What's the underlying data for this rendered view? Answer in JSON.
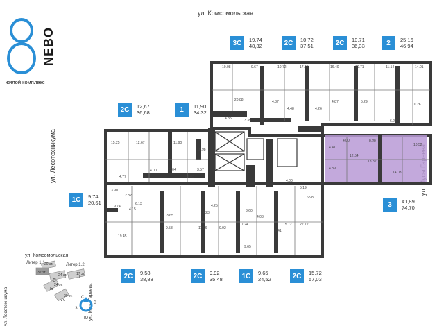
{
  "logo": {
    "brand": "NEBO",
    "subtitle": "жилой комплекс"
  },
  "streets": {
    "top": "ул. Комсомольская",
    "left": "ул. Лесотехникума",
    "right": "ул. Мусы Гареева"
  },
  "apartments": [
    {
      "id": "3C-top",
      "type": "3С",
      "area1": "19,74",
      "area2": "48,32"
    },
    {
      "id": "2C-t1",
      "type": "2С",
      "area1": "10,72",
      "area2": "37,51"
    },
    {
      "id": "2C-t2",
      "type": "2С",
      "area1": "10,71",
      "area2": "36,33"
    },
    {
      "id": "2-top",
      "type": "2",
      "area1": "25,16",
      "area2": "46,94"
    },
    {
      "id": "2C-left",
      "type": "2С",
      "area1": "12,67",
      "area2": "36,68"
    },
    {
      "id": "1-left",
      "type": "1",
      "area1": "11,90",
      "area2": "34,32"
    },
    {
      "id": "1C-left",
      "type": "1С",
      "area1": "9,74",
      "area2": "20,61"
    },
    {
      "id": "3-right",
      "type": "3",
      "area1": "41,89",
      "area2": "74,70"
    },
    {
      "id": "2C-b1",
      "type": "2С",
      "area1": "9,58",
      "area2": "38,88"
    },
    {
      "id": "2C-b2",
      "type": "2С",
      "area1": "9,92",
      "area2": "35,48"
    },
    {
      "id": "1C-b",
      "type": "1С",
      "area1": "9,65",
      "area2": "24,52"
    },
    {
      "id": "2C-b3",
      "type": "2С",
      "area1": "15,72",
      "area2": "57,03"
    }
  ],
  "room_labels": [
    "10.08",
    "9.67",
    "10.72",
    "17.43",
    "16.40",
    "10.71",
    "11.14",
    "14.01",
    "20.88",
    "4.87",
    "4.48",
    "4.26",
    "4.87",
    "5.29",
    "10.26",
    "6.23",
    "3.35",
    "4.35",
    "15.25",
    "12.67",
    "11.90",
    "10.98",
    "4.00",
    "3.04",
    "3.57",
    "4.77",
    "4.83",
    "4.41",
    "4.00",
    "8.98",
    "10.52",
    "12.54",
    "13.32",
    "4.89",
    "14.03",
    "4.00",
    "5.19",
    "6.98",
    "3.90",
    "2.82",
    "9.74",
    "6.13",
    "4.15",
    "19.45",
    "9.58",
    "3.65",
    "17.06",
    "9.92",
    "4.23",
    "4.25",
    "7.24",
    "3.60",
    "4.03",
    "15.72",
    "22.72",
    "2.41",
    "9.65"
  ],
  "site_plan": {
    "title_top": "ул. Комсомольская",
    "left_street": "ул. Лесотехникума",
    "right_street": "ул. Мусы Гареева",
    "liter_left": "Литер 1.1",
    "liter_right": "Литер 1.2",
    "block_labels": [
      "В",
      "Б",
      "А"
    ],
    "floor_labels": [
      "20 эт.",
      "32 эт.",
      "24 эт.",
      "17 эт.",
      "24 эт.",
      "20 эт.",
      "Г"
    ]
  },
  "compass": {
    "n": "С",
    "s": "Ю",
    "w": "З",
    "e": "В"
  },
  "colors": {
    "accent": "#2a8fd6",
    "highlight": "#b89ad6",
    "wall": "#3a3a3a"
  }
}
